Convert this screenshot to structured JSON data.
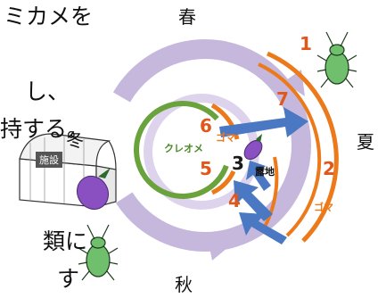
{
  "seasons": {
    "spring": "春",
    "summer": "夏",
    "autumn": "秋",
    "winter": "冬"
  },
  "text_fragments": {
    "line1": "ミカメを",
    "line2": "し、",
    "line3": "持する。",
    "line4": "類に",
    "line5": "す"
  },
  "labels": {
    "cleome": "クレオメ",
    "goma_inner": "ゴマ",
    "goma_outer": "ゴマ",
    "greenhouse": "施設",
    "open_field": "露地"
  },
  "numbers": {
    "n1": "1",
    "n2": "2",
    "n3": "3",
    "n4": "4",
    "n5": "5",
    "n6": "6",
    "n7": "7"
  },
  "colors": {
    "outer_ring": "#b9a9d3",
    "cleome_ring": "#6aa23c",
    "goma_ring": "#ec7a1b",
    "arrow_blue": "#4a78c2",
    "number": "#e0561b",
    "eggplant": "#8a4fc0",
    "bug": "#6fbf6c"
  }
}
